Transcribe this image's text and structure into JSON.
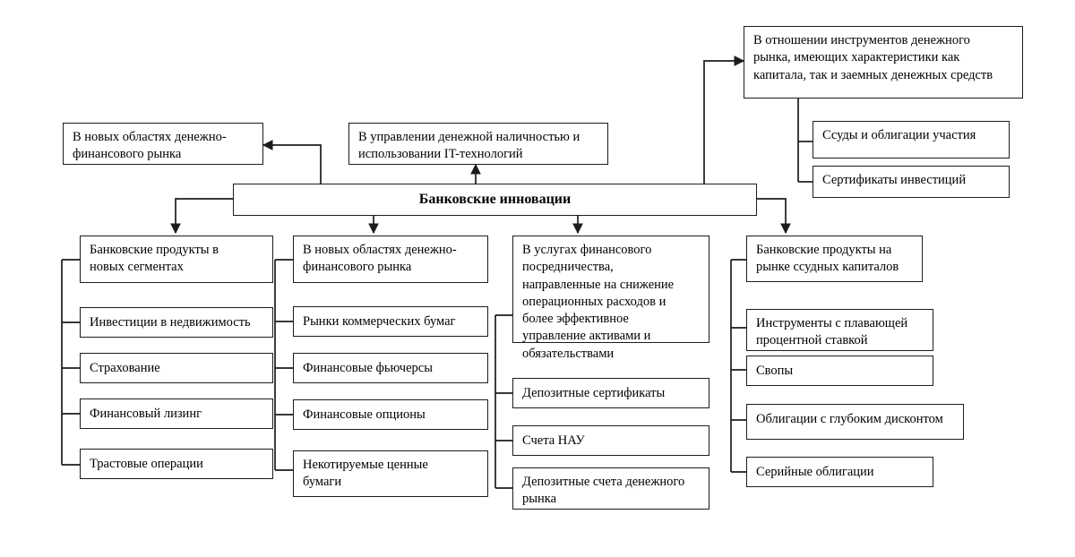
{
  "diagram": {
    "title": "Банковские инновации",
    "center_node": {
      "label": "Банковские инновации"
    },
    "top_nodes": [
      {
        "id": "new-areas-left",
        "label": "В новых областях денежно-\nфинансового рынка"
      },
      {
        "id": "cash-management",
        "label": "В управлении денежной наличностью и\nиспользовании IT-технологий"
      },
      {
        "id": "money-market-instruments",
        "label": "В отношении инструментов денежного\nрынка, имеющих характеристики как\nкапитала, так и заемных денежных средств"
      }
    ],
    "top_right_children": [
      {
        "id": "participation-loans",
        "label": "Ссуды и облигации участия"
      },
      {
        "id": "investment-certificates",
        "label": "Сертификаты инвестиций"
      }
    ],
    "columns": [
      {
        "id": "column-1",
        "header": {
          "label": "Банковские продукты в\nновых сегментах"
        },
        "items": [
          {
            "label": "Инвестиции в недвижимость"
          },
          {
            "label": "Страхование"
          },
          {
            "label": "Финансовый лизинг"
          },
          {
            "label": "Трастовые операции"
          }
        ]
      },
      {
        "id": "column-2",
        "header": {
          "label": "В новых областях денежно-\nфинансового рынка"
        },
        "items": [
          {
            "label": "Рынки коммерческих бумаг"
          },
          {
            "label": "Финансовые фьючерсы"
          },
          {
            "label": "Финансовые опционы"
          },
          {
            "label": "Некотируемые ценные\nбумаги"
          }
        ]
      },
      {
        "id": "column-3",
        "header": {
          "label": "В  услугах финансового\nпосредничества,\nнаправленные на снижение\nоперационных расходов и\nболее эффективное\nуправление активами и\nобязательствами"
        },
        "items": [
          {
            "label": "Депозитные сертификаты"
          },
          {
            "label": "Счета НАУ"
          },
          {
            "label": "Депозитные счета денежного\nрынка"
          }
        ]
      },
      {
        "id": "column-4",
        "header": {
          "label": "Банковские продукты на\nрынке ссудных капиталов"
        },
        "items": [
          {
            "label": "Инструменты с плавающей\nпроцентной ставкой"
          },
          {
            "label": "Свопы"
          },
          {
            "label": "Облигации с глубоким дисконтом"
          },
          {
            "label": "Серийные облигации"
          }
        ]
      }
    ],
    "colors": {
      "line": "#1c1c1c",
      "box_fill": "#ffffff",
      "text": "#000000"
    }
  }
}
